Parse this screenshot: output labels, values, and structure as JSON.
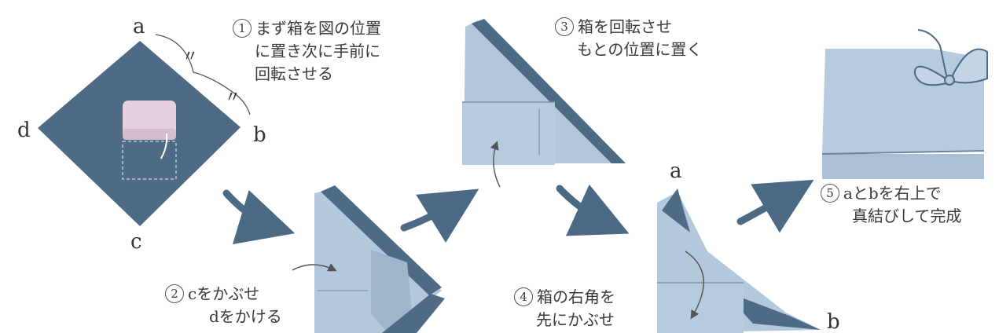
{
  "letters": {
    "a": "a",
    "b": "b",
    "c": "c",
    "d": "d"
  },
  "ditto_mark": "〃",
  "steps": [
    {
      "num": "1",
      "lines": [
        "まず箱を図の位置",
        "に置き次に手前に",
        "回転させる"
      ]
    },
    {
      "num": "2",
      "lines": [
        "cをかぶせ",
        "dをかける"
      ]
    },
    {
      "num": "3",
      "lines": [
        "箱を回転させ",
        "もとの位置に置く"
      ]
    },
    {
      "num": "4",
      "lines": [
        "箱の右角を",
        "先にかぶせ"
      ]
    },
    {
      "num": "5",
      "lines": [
        "aとbを右上で",
        "真結びして完成"
      ]
    }
  ],
  "colors": {
    "cloth_dark": "#4e6a84",
    "cloth_light": "#b3c8dc",
    "cloth_mid": "#9db6cc",
    "box_pink": "#e6cfe1",
    "arrow": "#4d6a85",
    "text": "#3a3a3a"
  }
}
